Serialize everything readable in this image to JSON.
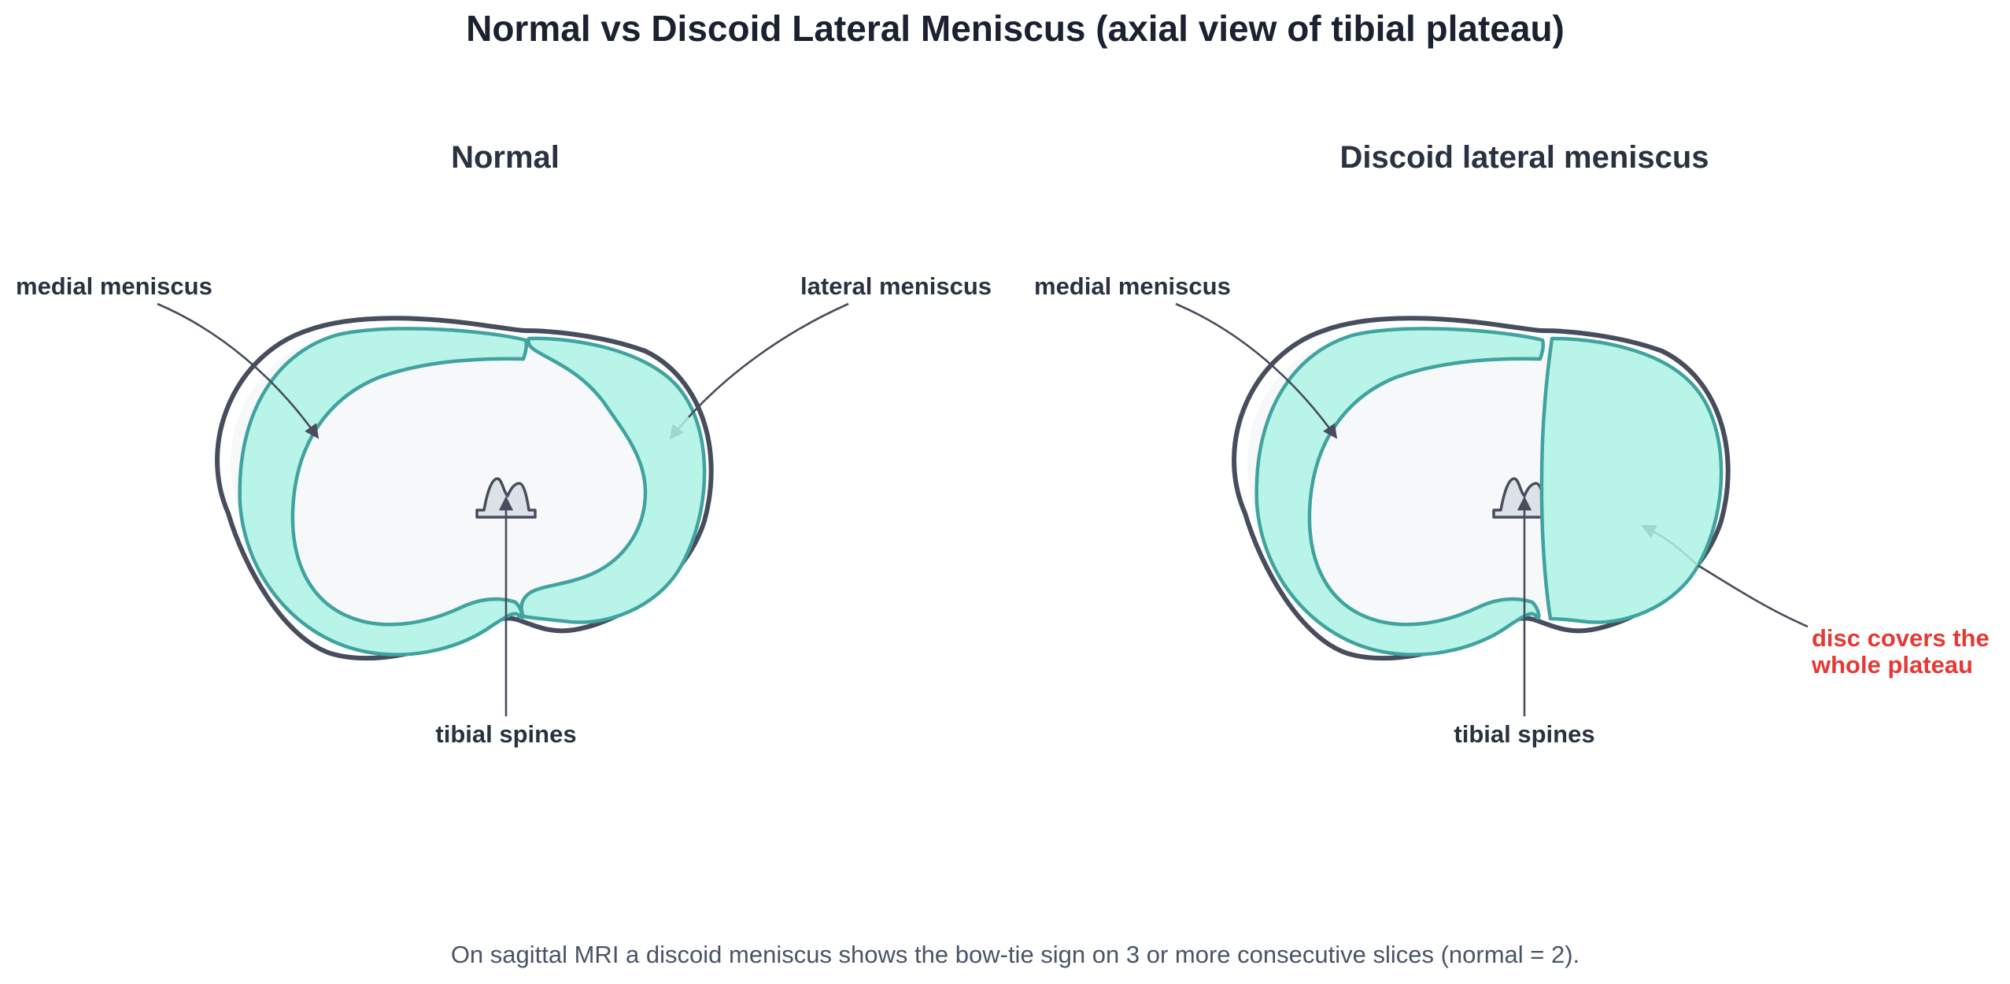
{
  "title": "Normal vs Discoid Lateral Meniscus (axial view of tibial plateau)",
  "panels": [
    {
      "heading": "Normal",
      "labels": {
        "medial": "medial meniscus",
        "lateral": "lateral meniscus",
        "spines": "tibial spines"
      }
    },
    {
      "heading": "Discoid lateral meniscus",
      "labels": {
        "medial": "medial meniscus",
        "spines": "tibial spines",
        "disc_line1": "disc covers the",
        "disc_line2": "whole plateau"
      }
    }
  ],
  "caption": "On sagittal MRI a discoid meniscus shows the bow-tie sign on 3 or more consecutive slices (normal = 2).",
  "colors": {
    "meniscus_fill": "#b8f4e8",
    "meniscus_stroke": "#40a39f",
    "outline": "#474d5c",
    "accent_red": "#e53935"
  }
}
